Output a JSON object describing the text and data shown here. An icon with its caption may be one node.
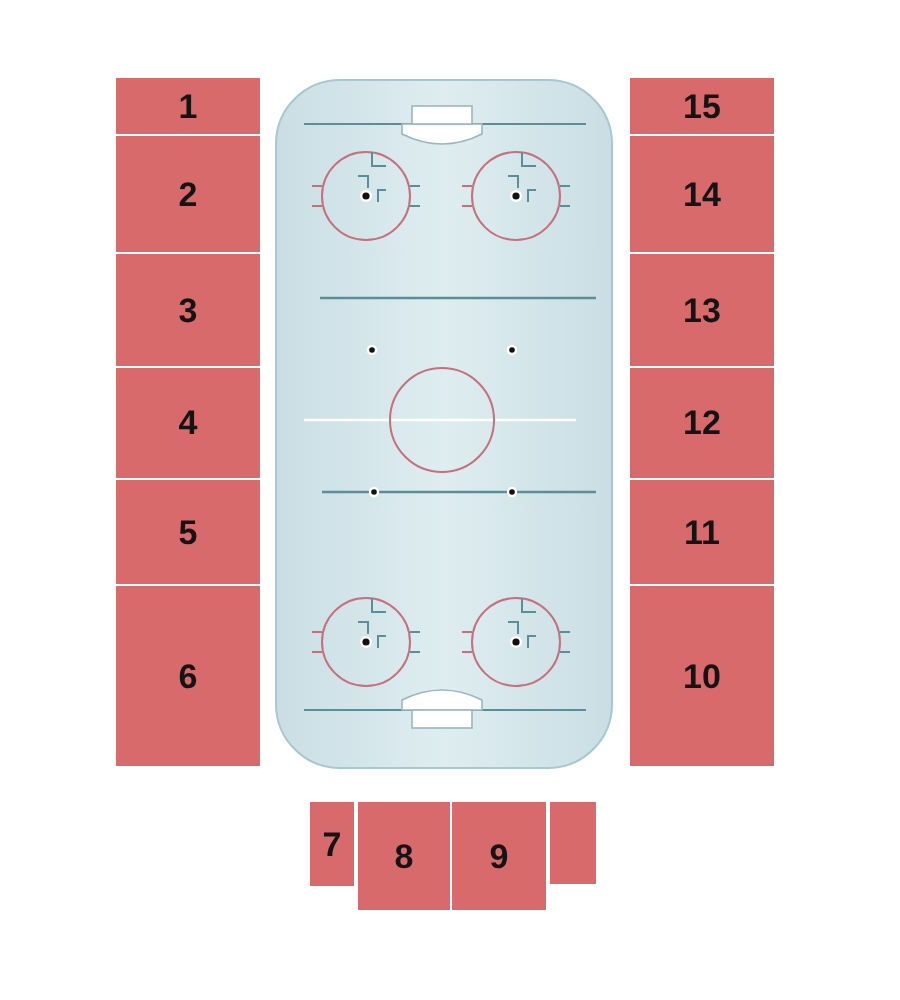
{
  "diagram": {
    "nodes": [
      {
        "text": [
          "1"
        ]
      },
      {
        "text": [
          "2"
        ]
      },
      {
        "text": [
          "3"
        ]
      },
      {
        "text": [
          "4"
        ]
      },
      {
        "text": [
          "5"
        ]
      },
      {
        "text": [
          "6"
        ]
      },
      {
        "text": [
          "7"
        ]
      },
      {
        "text": [
          "8"
        ]
      },
      {
        "text": [
          "9"
        ]
      },
      {
        "text": [],
        "shape": "box"
      },
      {
        "text": [
          "10"
        ]
      },
      {
        "text": [
          "11"
        ]
      },
      {
        "text": [
          "12"
        ]
      },
      {
        "text": [
          "13"
        ]
      },
      {
        "text": [
          "14"
        ]
      },
      {
        "text": [
          "15"
        ]
      }
    ]
  }
}
